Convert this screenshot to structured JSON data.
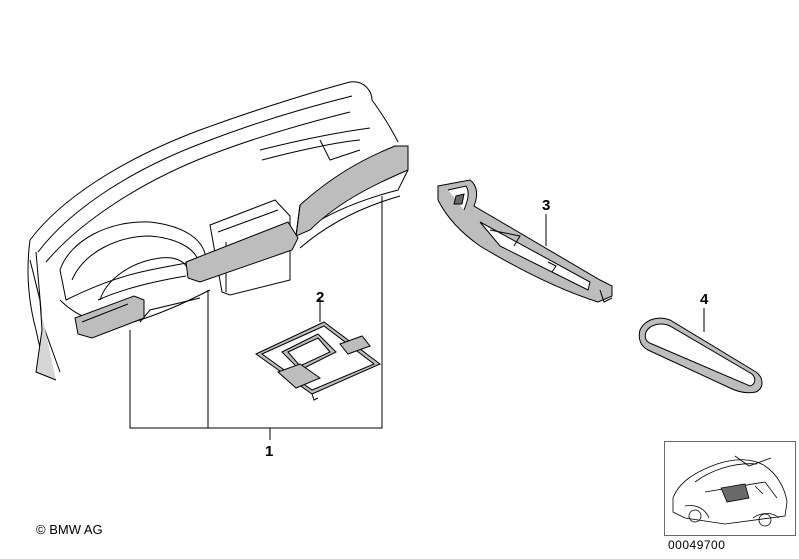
{
  "callouts": {
    "part_1": "1",
    "part_2": "2",
    "part_3": "3",
    "part_4": "4"
  },
  "footer": {
    "copyright": "© BMW AG",
    "image_number": "00049700"
  },
  "colors": {
    "line": "#000000",
    "shading": "#bdbdbd",
    "dark_shading": "#6a6a6a"
  }
}
